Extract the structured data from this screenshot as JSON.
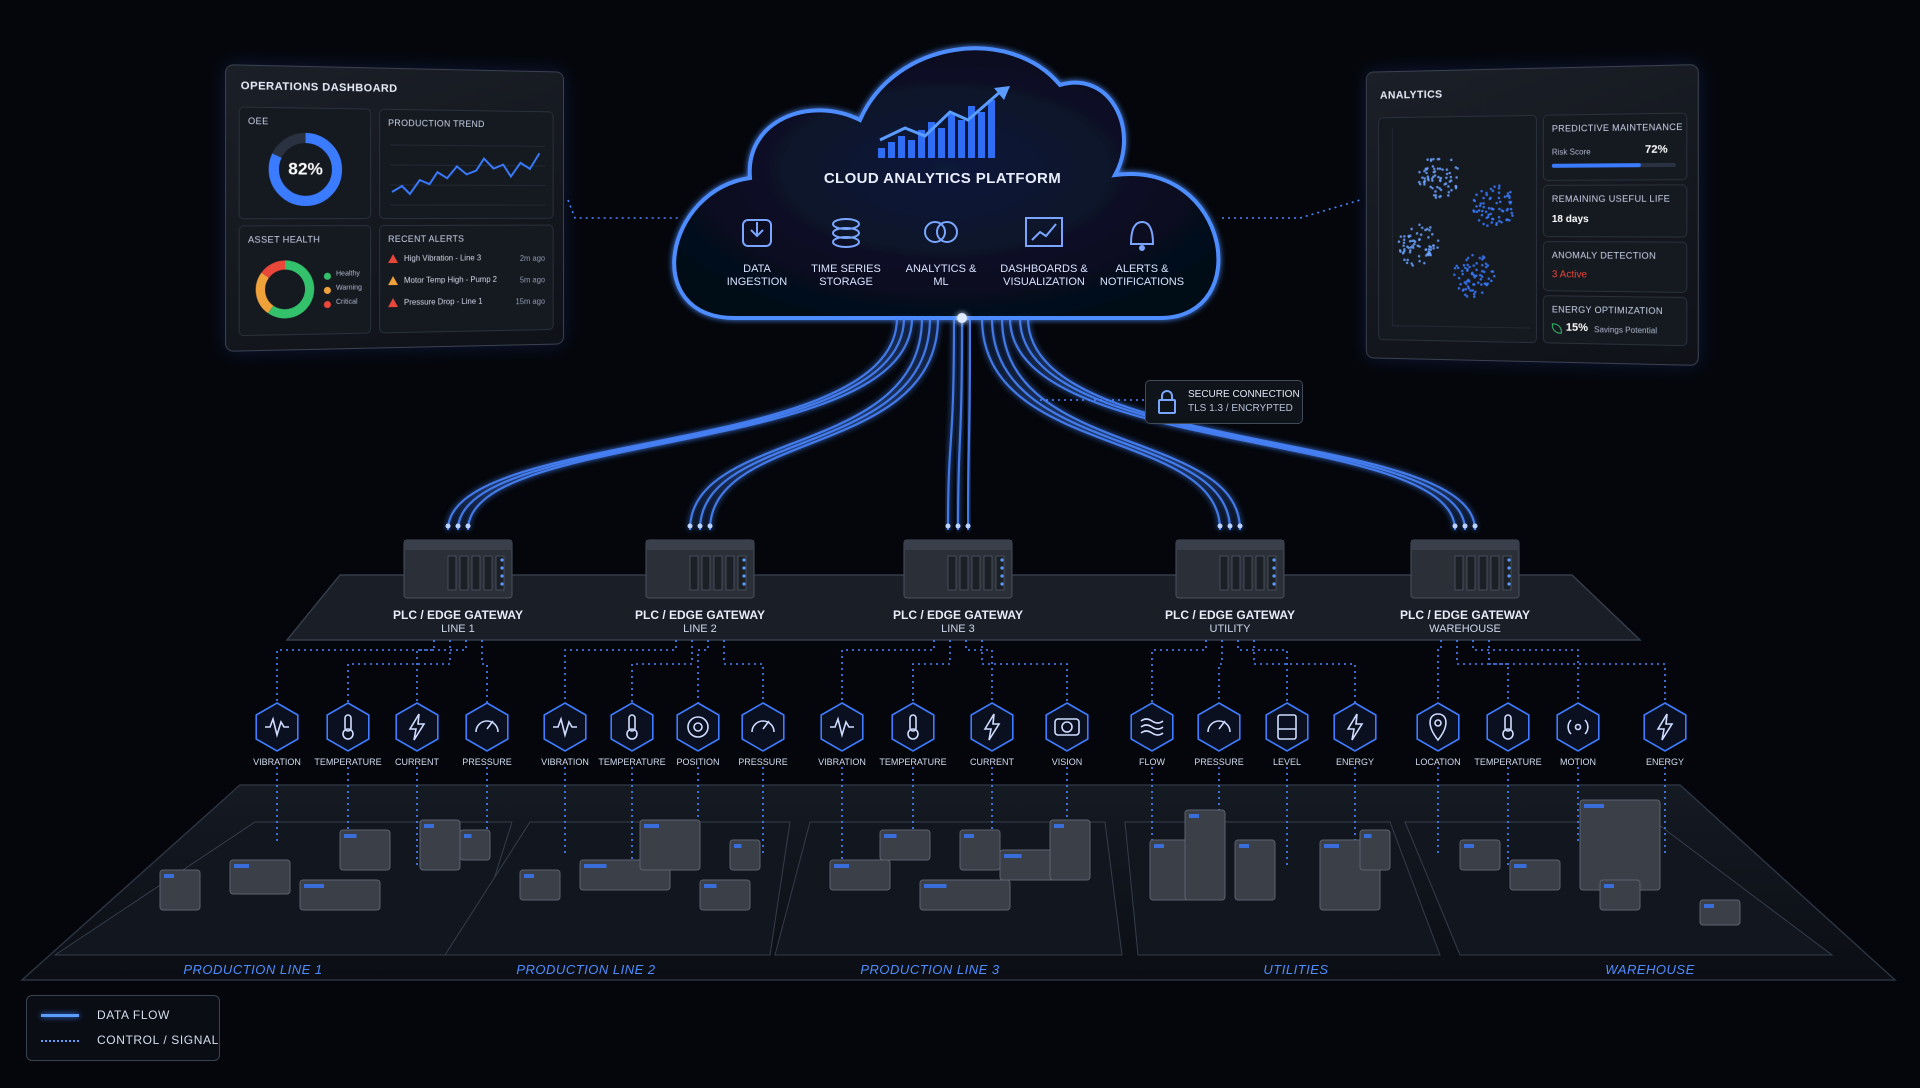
{
  "cloud": {
    "title": "CLOUD ANALYTICS PLATFORM",
    "services": [
      {
        "label": "DATA\nINGESTION",
        "icon": "download-icon"
      },
      {
        "label": "TIME SERIES\nSTORAGE",
        "icon": "database-icon"
      },
      {
        "label": "ANALYTICS &\nML",
        "icon": "brain-icon"
      },
      {
        "label": "DASHBOARDS &\nVISUALIZATION",
        "icon": "chart-icon"
      },
      {
        "label": "ALERTS &\nNOTIFICATIONS",
        "icon": "bell-icon"
      }
    ]
  },
  "ops_dashboard": {
    "title": "OPERATIONS DASHBOARD",
    "oee": {
      "label": "OEE",
      "value": 82,
      "display": "82%"
    },
    "production_trend": {
      "label": "PRODUCTION TREND"
    },
    "asset_health": {
      "label": "ASSET HEALTH",
      "legend": [
        {
          "name": "Healthy",
          "color": "#33c26b",
          "share": 0.6
        },
        {
          "name": "Warning",
          "color": "#f0a23a",
          "share": 0.25
        },
        {
          "name": "Critical",
          "color": "#e8473a",
          "share": 0.15
        }
      ]
    },
    "recent_alerts": {
      "label": "RECENT ALERTS",
      "items": [
        {
          "text": "High Vibration - Line 3",
          "time": "2m ago",
          "severity": "critical"
        },
        {
          "text": "Motor Temp High - Pump 2",
          "time": "5m ago",
          "severity": "warning"
        },
        {
          "text": "Pressure Drop - Line 1",
          "time": "15m ago",
          "severity": "critical"
        }
      ]
    }
  },
  "analytics": {
    "title": "ANALYTICS",
    "predictive_maintenance": {
      "label": "PREDICTIVE MAINTENANCE",
      "risk_label": "Risk Score",
      "risk_value": "72%",
      "risk_fraction": 0.72
    },
    "remaining_useful_life": {
      "label": "REMAINING USEFUL LIFE",
      "value": "18 days"
    },
    "anomaly_detection": {
      "label": "ANOMALY DETECTION",
      "value": "3 Active"
    },
    "energy_optimization": {
      "label": "ENERGY OPTIMIZATION",
      "value": "15%",
      "caption": "Savings Potential"
    }
  },
  "secure_connection": {
    "line1": "SECURE CONNECTION",
    "line2": "TLS 1.3 / ENCRYPTED"
  },
  "gateways": [
    {
      "title": "PLC / EDGE GATEWAY",
      "subtitle": "LINE 1"
    },
    {
      "title": "PLC / EDGE GATEWAY",
      "subtitle": "LINE 2"
    },
    {
      "title": "PLC / EDGE GATEWAY",
      "subtitle": "LINE 3"
    },
    {
      "title": "PLC / EDGE GATEWAY",
      "subtitle": "UTILITY"
    },
    {
      "title": "PLC / EDGE GATEWAY",
      "subtitle": "WAREHOUSE"
    }
  ],
  "sensors": [
    {
      "label": "VIBRATION",
      "icon": "wave-icon"
    },
    {
      "label": "TEMPERATURE",
      "icon": "thermometer-icon"
    },
    {
      "label": "CURRENT",
      "icon": "bolt-icon"
    },
    {
      "label": "PRESSURE",
      "icon": "gauge-icon"
    },
    {
      "label": "VIBRATION",
      "icon": "wave-icon"
    },
    {
      "label": "TEMPERATURE",
      "icon": "thermometer-icon"
    },
    {
      "label": "POSITION",
      "icon": "target-icon"
    },
    {
      "label": "PRESSURE",
      "icon": "gauge-icon"
    },
    {
      "label": "VIBRATION",
      "icon": "wave-icon"
    },
    {
      "label": "TEMPERATURE",
      "icon": "thermometer-icon"
    },
    {
      "label": "CURRENT",
      "icon": "bolt-icon"
    },
    {
      "label": "VISION",
      "icon": "camera-icon"
    },
    {
      "label": "FLOW",
      "icon": "flow-icon"
    },
    {
      "label": "PRESSURE",
      "icon": "gauge-icon"
    },
    {
      "label": "LEVEL",
      "icon": "level-icon"
    },
    {
      "label": "ENERGY",
      "icon": "bolt-icon"
    },
    {
      "label": "LOCATION",
      "icon": "pin-icon"
    },
    {
      "label": "TEMPERATURE",
      "icon": "thermometer-icon"
    },
    {
      "label": "MOTION",
      "icon": "motion-icon"
    },
    {
      "label": "ENERGY",
      "icon": "bolt-icon"
    }
  ],
  "zones": [
    "PRODUCTION LINE 1",
    "PRODUCTION LINE 2",
    "PRODUCTION LINE 3",
    "UTILITIES",
    "WAREHOUSE"
  ],
  "legend": {
    "data_flow": "DATA FLOW",
    "control_signal": "CONTROL / SIGNAL"
  },
  "colors": {
    "accent": "#3a7bff",
    "glow": "#5b9cff",
    "healthy": "#33c26b",
    "warning": "#f0a23a",
    "critical": "#e8473a"
  }
}
